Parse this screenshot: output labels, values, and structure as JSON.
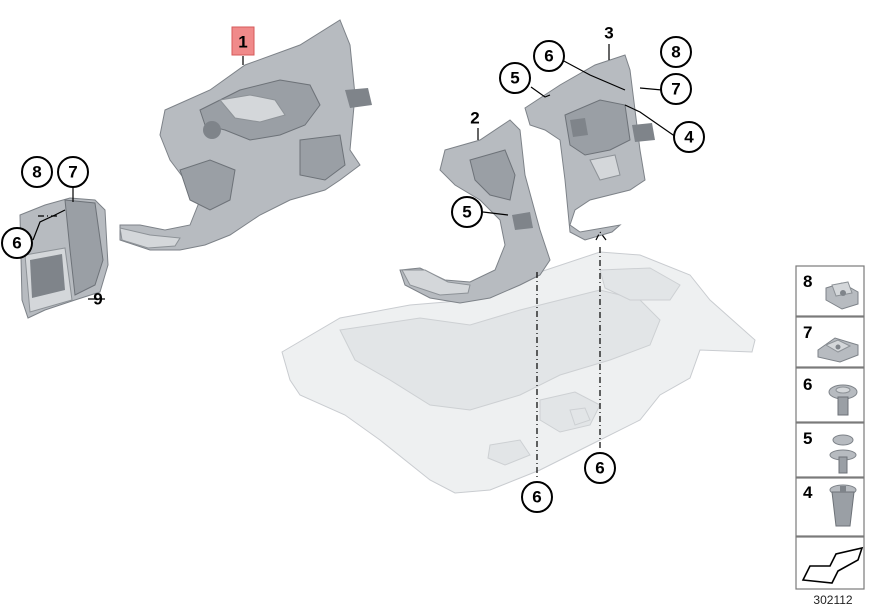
{
  "diagram": {
    "callouts": {
      "part1": "1",
      "part2": "2",
      "part3": "3",
      "part4": "4",
      "part5_top": "5",
      "part5_mid": "5",
      "part6_top": "6",
      "part6_left": "6",
      "part6_bottom_left": "6",
      "part6_bottom_right": "6",
      "part7_top": "7",
      "part7_left": "7",
      "part8_top": "8",
      "part8_left": "8",
      "part9": "9"
    },
    "legend": {
      "items": [
        "8",
        "7",
        "6",
        "5",
        "4"
      ]
    },
    "reference_number": "302112",
    "colors": {
      "highlight": "#f08a8a",
      "part": "#a9adb2",
      "underbody": "#eef0f1"
    }
  }
}
